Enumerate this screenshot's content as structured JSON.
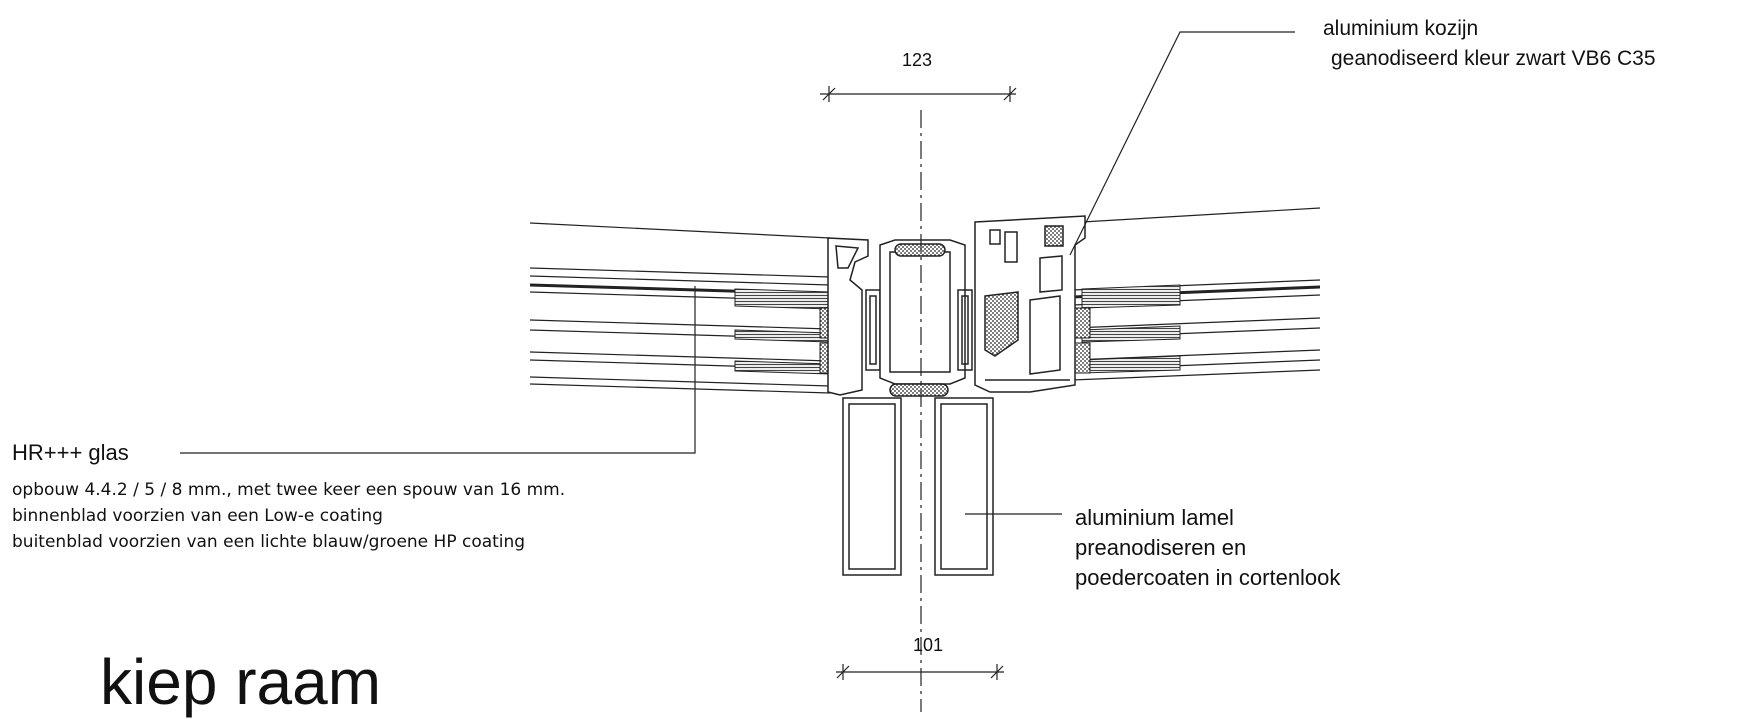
{
  "title": "kiep raam",
  "dimensions": {
    "top": "123",
    "bottom": "101"
  },
  "labels": {
    "frame": {
      "line1": "aluminium kozijn",
      "line2": "geanodiseerd kleur  zwart VB6 C35"
    },
    "glass": {
      "title": "HR+++ glas",
      "line1": "opbouw 4.4.2 / 5 / 8 mm., met twee keer een spouw van 16 mm.",
      "line2": "binnenblad voorzien van een Low-e coating",
      "line3": "buitenblad voorzien van een lichte blauw/groene HP coating"
    },
    "lamel": {
      "line1": "aluminium lamel",
      "line2": "preanodiseren en",
      "line3": "poedercoaten in cortenlook"
    }
  },
  "colors": {
    "line": "#222222",
    "hatch": "#555555"
  }
}
